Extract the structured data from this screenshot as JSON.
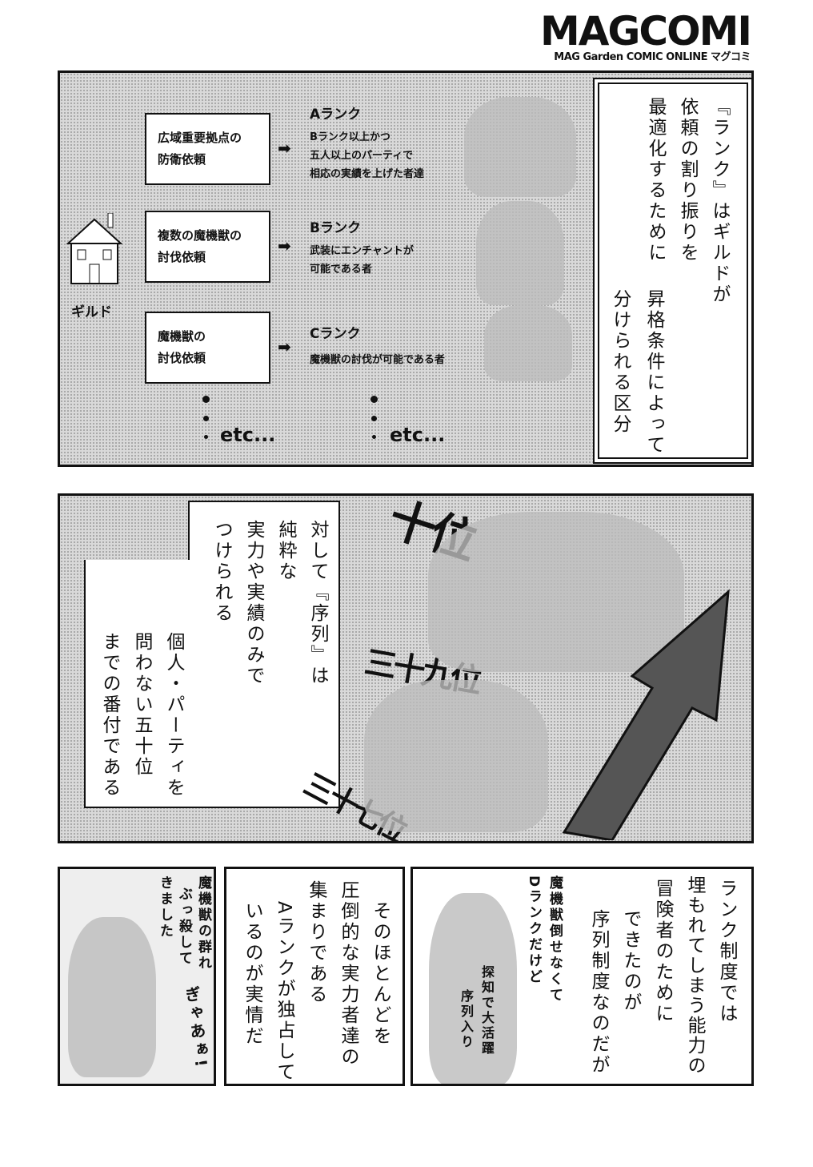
{
  "logo": {
    "main": "MAGCOMI",
    "sub": "MAG Garden COMIC ONLINE マグコミ"
  },
  "panel1": {
    "guild_label": "ギルド",
    "requests": [
      {
        "request": [
          "広域重要拠点の",
          "防衛依頼"
        ],
        "rank": "Aランク",
        "desc": [
          "Bランク以上かつ",
          "五人以上のパーティで",
          "相応の実績を上げた者達"
        ]
      },
      {
        "request": [
          "複数の魔機獣の",
          "討伐依頼"
        ],
        "rank": "Bランク",
        "desc": [
          "武装にエンチャントが",
          "可能である者"
        ]
      },
      {
        "request": [
          "魔機獣の",
          "討伐依頼"
        ],
        "rank": "Cランク",
        "desc": [
          "魔機獣の討伐が可能である者"
        ]
      }
    ],
    "etc_left": "etc...",
    "etc_right": "etc...",
    "arrow": "➡",
    "narration": [
      "『ランク』はギルドが",
      "依頼の割り振りを",
      "最適化するために",
      "昇格条件によって",
      "分けられる区分"
    ]
  },
  "panel2": {
    "narration": [
      "対して『序列』は",
      "純粋な",
      "実力や実績のみで",
      "つけられる",
      "個人・パーティを",
      "問わない五十位",
      "までの番付である"
    ],
    "sfx": [
      "十位",
      "三十九位",
      "三十七位"
    ]
  },
  "panel3": {
    "speech": [
      "魔機獣の群れ",
      "ぶっ殺して",
      "きました"
    ],
    "sfx": "ぎゃあぁ!"
  },
  "panel4": {
    "narration": [
      "そのほとんどを",
      "圧倒的な実力者達の",
      "集まりである",
      "Aランクが独占して",
      "いるのが実情だ"
    ]
  },
  "panel5": {
    "caption1": [
      "魔機獣倒せなくて",
      "Dランクだけど"
    ],
    "caption2": [
      "探知で大活躍",
      "序列入り"
    ],
    "narration": [
      "ランク制度では",
      "埋もれてしまう能力の",
      "冒険者のために",
      "できたのが",
      "序列制度なのだが"
    ]
  }
}
